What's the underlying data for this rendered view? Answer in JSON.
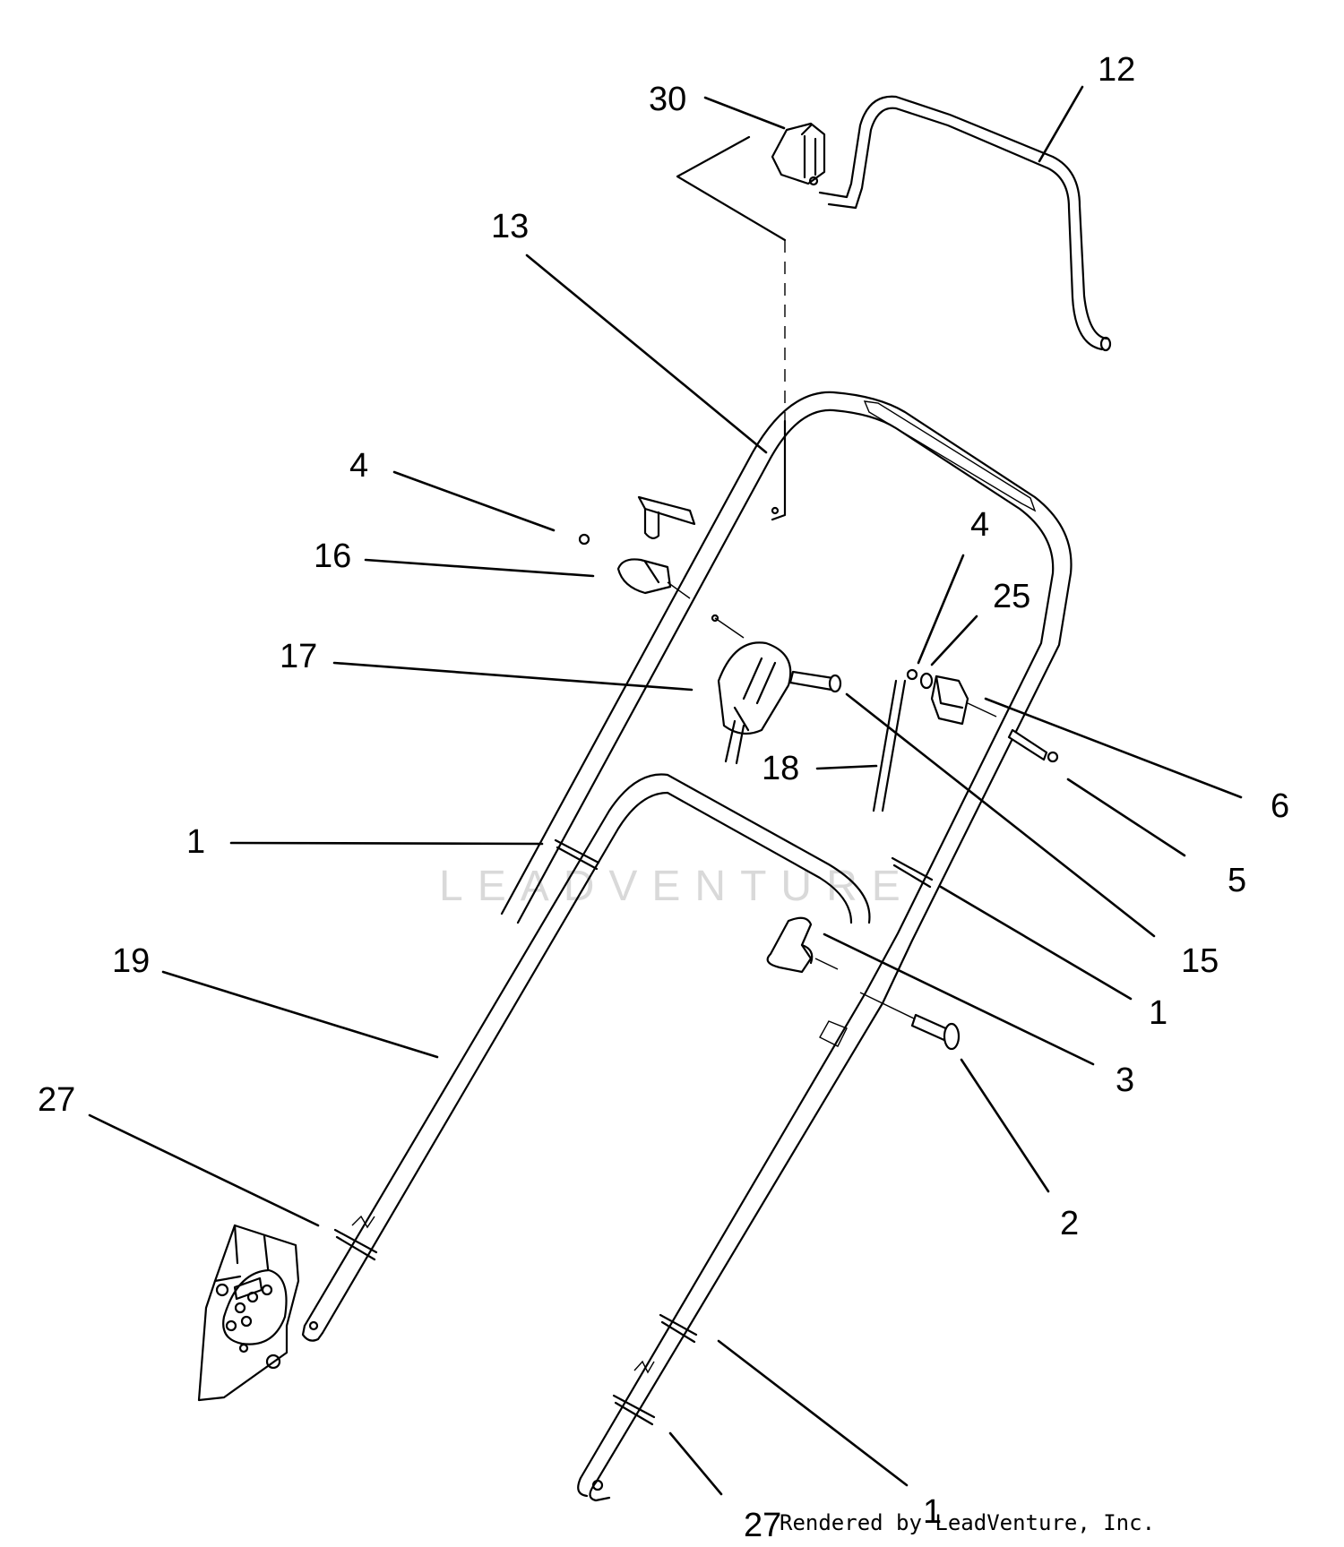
{
  "watermark": "LEADVENTURE",
  "credit": "Rendered by LeadVenture, Inc.",
  "callouts": {
    "c30": "30",
    "c12": "12",
    "c13": "13",
    "c4a": "4",
    "c16": "16",
    "c17": "17",
    "c4b": "4",
    "c25": "25",
    "c18": "18",
    "c6": "6",
    "c1a": "1",
    "c5": "5",
    "c15": "15",
    "c19": "19",
    "c1b": "1",
    "c3": "3",
    "c27a": "27",
    "c2": "2",
    "c1c": "1",
    "c27b": "27"
  }
}
